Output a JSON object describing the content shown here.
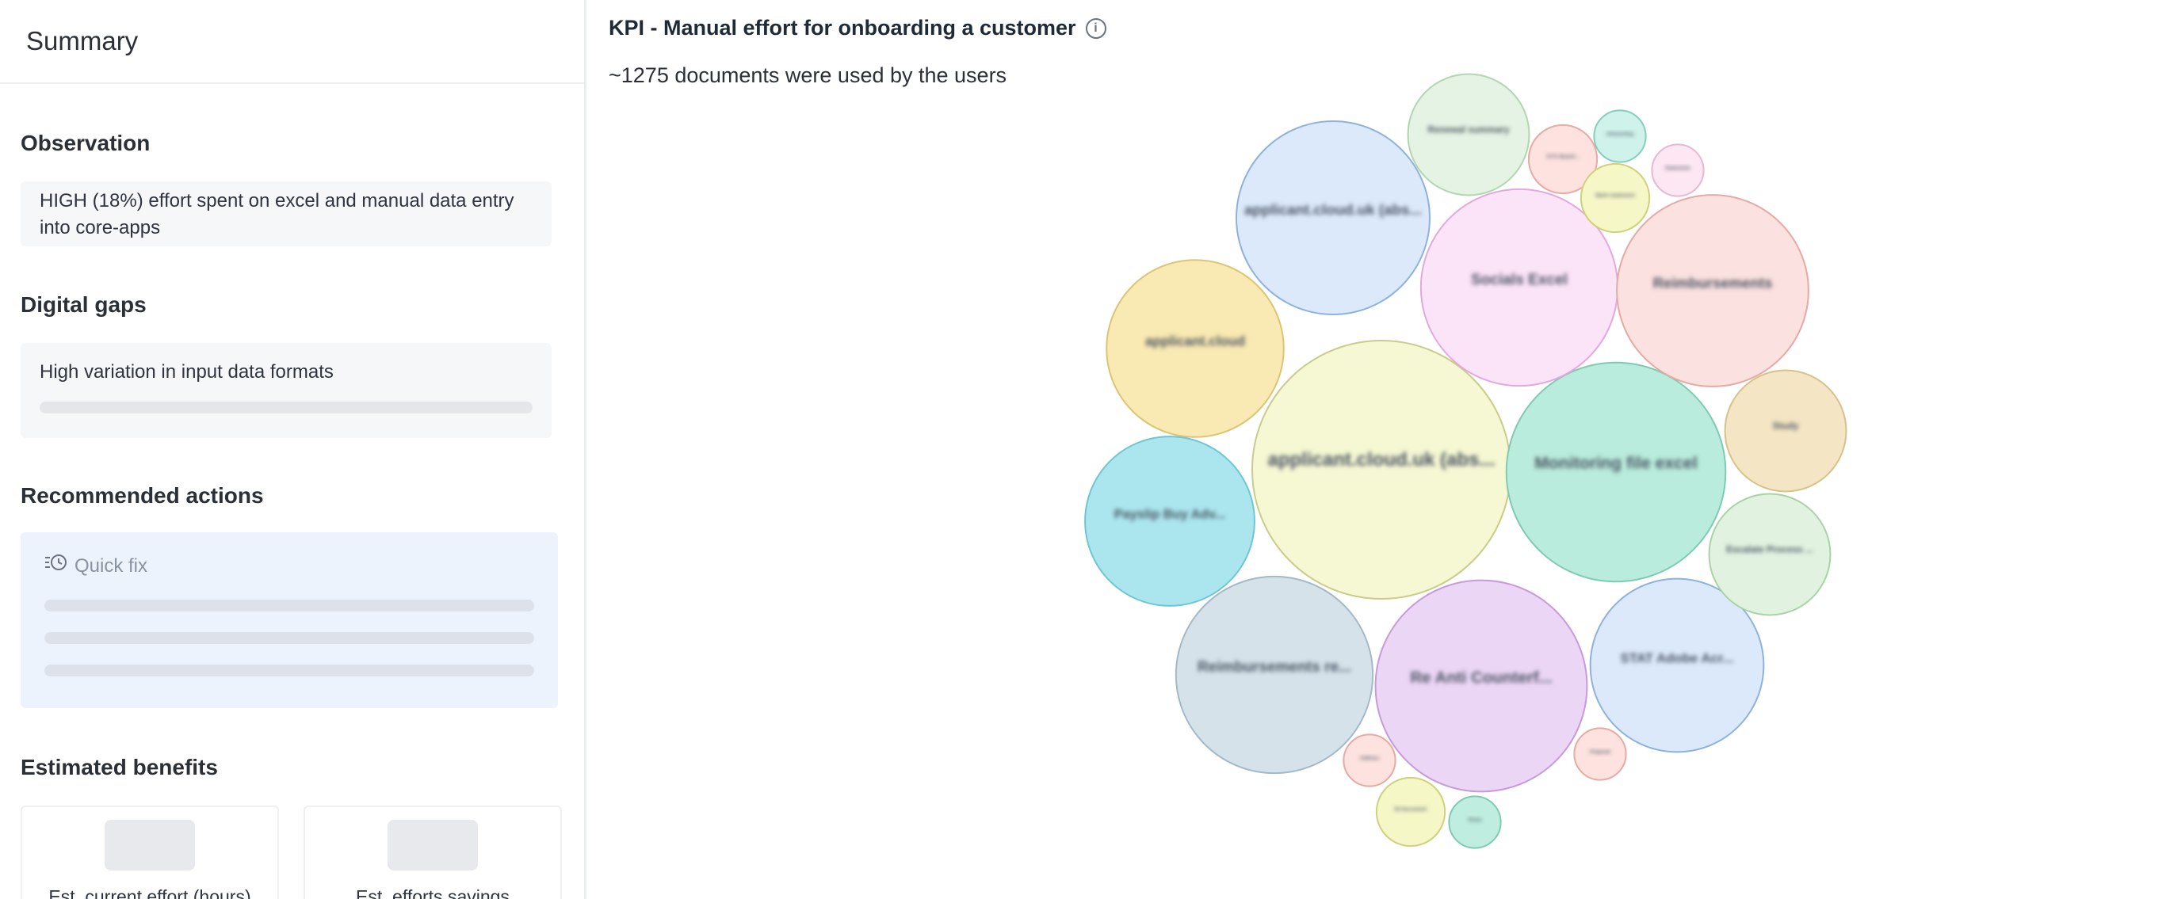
{
  "sidebar": {
    "title": "Summary",
    "observation": {
      "heading": "Observation",
      "text": "HIGH (18%) effort spent on excel and manual data entry into core-apps"
    },
    "digital_gaps": {
      "heading": "Digital gaps",
      "text": "High variation in input data formats"
    },
    "recommended_actions": {
      "heading": "Recommended actions",
      "quick_fix_icon": "history-list-icon",
      "quick_fix_label": "Quick fix"
    },
    "estimated_benefits": {
      "heading": "Estimated benefits",
      "cards": [
        {
          "label": "Est. current effort (hours)"
        },
        {
          "label": "Est. efforts savings"
        }
      ]
    }
  },
  "main": {
    "kpi_title": "KPI - Manual effort for onboarding a customer",
    "info_icon": "info-icon",
    "documents_text": "~1275 documents were used by the users"
  },
  "chart_data": {
    "type": "bubble-pack",
    "bubbles": [
      {
        "label": "applicant.cloud.uk (abs...",
        "value": 100,
        "color": "#f6f7d3",
        "stroke": "#c9cc8a"
      },
      {
        "label": "Monitoring file excel",
        "value": 72,
        "color": "#b9ecdc",
        "stroke": "#7fcbb2"
      },
      {
        "label": "Socials Excel",
        "value": 58,
        "color": "#fbe3f8",
        "stroke": "#e2a9dc"
      },
      {
        "label": "Reimbursements",
        "value": 55,
        "color": "#fbe1df",
        "stroke": "#e6a9a5"
      },
      {
        "label": "Re Anti Counterf...",
        "value": 67,
        "color": "#ecd6f6",
        "stroke": "#c79ad9"
      },
      {
        "label": "Reimbursements re...",
        "value": 58,
        "color": "#d5e2ea",
        "stroke": "#a4b9c7"
      },
      {
        "label": "applicant.cloud.uk (abs...",
        "value": 56,
        "color": "#dbe9fb",
        "stroke": "#8fb2dc"
      },
      {
        "label": "applicant.cloud",
        "value": 47,
        "color": "#f9e9b2",
        "stroke": "#dcc575"
      },
      {
        "label": "Payslip Buy Adv...",
        "value": 43,
        "color": "#abe6ee",
        "stroke": "#6fc6d3"
      },
      {
        "label": "STAT Adobe Acr...",
        "value": 45,
        "color": "#dbe9fb",
        "stroke": "#8fb2dc"
      },
      {
        "label": "Study",
        "value": 22,
        "color": "#f4e6c4",
        "stroke": "#d6c28c"
      },
      {
        "label": "Escalate Process ...",
        "value": 22,
        "color": "#e1f3e0",
        "stroke": "#a9d3a6"
      },
      {
        "label": "Renewal summary",
        "value": 22,
        "color": "#e5f3e4",
        "stroke": "#b2d6b0"
      },
      {
        "label": "KYC Board...",
        "value": 7,
        "color": "#fde2df",
        "stroke": "#e7aaa4"
      },
      {
        "label": "Onboarding",
        "value": 4,
        "color": "#cff2ea",
        "stroke": "#86cdbb"
      },
      {
        "label": "Bank statement",
        "value": 7,
        "color": "#f6f7c7",
        "stroke": "#cfd17c"
      },
      {
        "label": "Statements",
        "value": 4,
        "color": "#fde7f2",
        "stroke": "#e7b8d1"
      },
      {
        "label": "Address",
        "value": 4,
        "color": "#fde2df",
        "stroke": "#e7aaa4"
      },
      {
        "label": "ID Document",
        "value": 7,
        "color": "#f6f7c7",
        "stroke": "#cfd17c"
      },
      {
        "label": "Photo",
        "value": 4,
        "color": "#bfeee0",
        "stroke": "#7fcbb2"
      },
      {
        "label": "Proposal",
        "value": 4,
        "color": "#fde2df",
        "stroke": "#e7aaa4"
      }
    ]
  }
}
